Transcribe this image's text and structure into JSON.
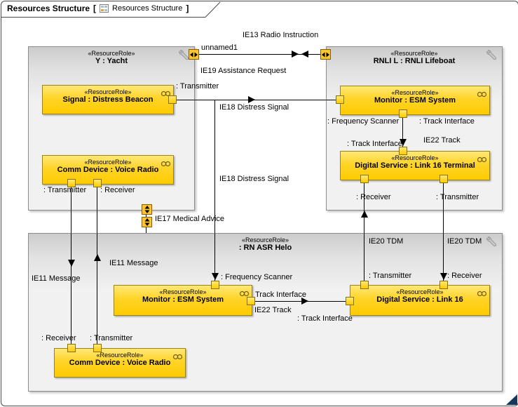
{
  "frame": {
    "title": "Resources Structure",
    "open_bracket": "[",
    "diagram_ref": "Resources Structure",
    "close_bracket": "]"
  },
  "colors": {
    "part_fill": "#ffd428",
    "part_border": "#9c8312",
    "container_fill": "#f1f1f1",
    "boundary_port_fill": "#fec62e",
    "connector": "#000000"
  },
  "containers": {
    "yacht": {
      "stereotype": "«ResourceRole»",
      "name": "Y : Yacht"
    },
    "lifeboat": {
      "stereotype": "«ResourceRole»",
      "name": "RNLI L : RNLI Lifeboat"
    },
    "helo": {
      "stereotype": "«ResourceRole»",
      "name": ": RN ASR Helo"
    }
  },
  "parts": {
    "beacon": {
      "stereotype": "«ResourceRole»",
      "name": "Signal : Distress Beacon"
    },
    "yacht_radio": {
      "stereotype": "«ResourceRole»",
      "name": "Comm Device : Voice Radio"
    },
    "lifeboat_esm": {
      "stereotype": "«ResourceRole»",
      "name": "Monitor : ESM System"
    },
    "lifeboat_link16": {
      "stereotype": "«ResourceRole»",
      "name": "Digital Service : Link 16 Terminal"
    },
    "helo_esm": {
      "stereotype": "«ResourceRole»",
      "name": "Monitor : ESM System"
    },
    "helo_link16": {
      "stereotype": "«ResourceRole»",
      "name": "Digital Service : Link 16"
    },
    "helo_radio": {
      "stereotype": "«ResourceRole»",
      "name": "Comm Device : Voice Radio"
    }
  },
  "port_labels": {
    "beacon_transmitter": ": Transmitter",
    "yacht_radio_transmitter": ": Transmitter",
    "yacht_radio_receiver": ": Receiver",
    "lifeboat_esm_frequency_scanner": ": Frequency Scanner",
    "lifeboat_esm_track_interface": ": Track Interface",
    "lifeboat_link16_track_interface": ": Track Interface",
    "lifeboat_link16_receiver": ": Receiver",
    "lifeboat_link16_transmitter": ": Transmitter",
    "helo_esm_frequency_scanner": ": Frequency Scanner",
    "helo_esm_track_interface": "Track Interface",
    "helo_link16_track_interface": ": Track Interface",
    "helo_link16_transmitter": ": Transmitter",
    "helo_link16_receiver": ": Receiver",
    "helo_radio_receiver": ": Receiver",
    "helo_radio_transmitter": ": Transmitter",
    "yacht_boundary_port": "unnamed1"
  },
  "flow_labels": {
    "ie13": "IE13 Radio Instruction",
    "ie19": "IE19 Assistance Request",
    "ie18_horizontal": "IE18 Distress Signal",
    "ie18_vertical": "IE18 Distress Signal",
    "ie17": "IE17 Medical Advice",
    "ie11_left": "IE11 Message",
    "ie11_right": "IE11 Message",
    "ie22_lifeboat": "IE22 Track",
    "ie22_helo": "IE22 Track",
    "ie20_left": "IE20 TDM",
    "ie20_right": "IE20 TDM"
  }
}
